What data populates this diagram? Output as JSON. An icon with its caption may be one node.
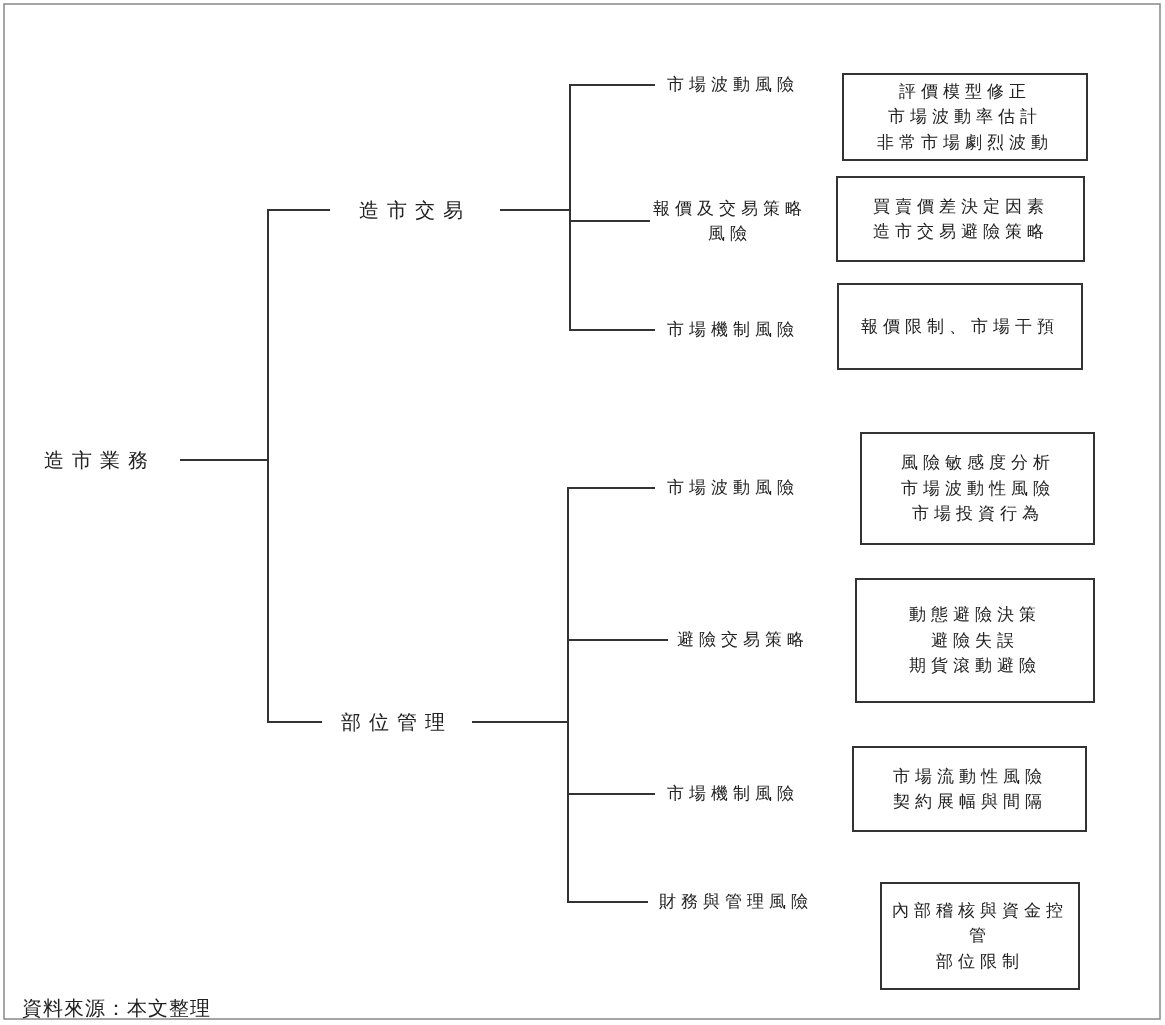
{
  "diagram": {
    "nodes": [
      {
        "text": [
          "造市業務"
        ]
      },
      {
        "text": [
          "造市交易"
        ]
      },
      {
        "text": [
          "市場波動風險"
        ]
      },
      {
        "text": [
          "評價模型修正",
          "市場波動率估計",
          "非常市場劇烈波動"
        ]
      },
      {
        "text": [
          "報價及交易策略風險"
        ]
      },
      {
        "text": [
          "買賣價差決定因素",
          "造市交易避險策略"
        ]
      },
      {
        "text": [
          "市場機制風險"
        ]
      },
      {
        "text": [
          "報價限制、市場干預"
        ]
      },
      {
        "text": [
          "部位管理"
        ]
      },
      {
        "text": [
          "市場波動風險"
        ]
      },
      {
        "text": [
          "風險敏感度分析",
          "市場波動性風險",
          "市場投資行為"
        ]
      },
      {
        "text": [
          "避險交易策略"
        ]
      },
      {
        "text": [
          "動態避險決策",
          "避險失誤",
          "期貨滾動避險"
        ]
      },
      {
        "text": [
          "市場機制風險"
        ]
      },
      {
        "text": [
          "市場流動性風險",
          "契約展幅與間隔"
        ]
      },
      {
        "text": [
          "財務與管理風險"
        ]
      },
      {
        "text": [
          "內部稽核與資金控管",
          "部位限制"
        ]
      }
    ],
    "edges": [
      {
        "from": 0,
        "to": 1,
        "arrow": "none"
      },
      {
        "from": 0,
        "to": 8,
        "arrow": "none"
      },
      {
        "from": 1,
        "to": 2,
        "arrow": "none"
      },
      {
        "from": 1,
        "to": 4,
        "arrow": "none"
      },
      {
        "from": 1,
        "to": 6,
        "arrow": "none"
      },
      {
        "from": 8,
        "to": 9,
        "arrow": "none"
      },
      {
        "from": 8,
        "to": 11,
        "arrow": "none"
      },
      {
        "from": 8,
        "to": 13,
        "arrow": "none"
      },
      {
        "from": 8,
        "to": 15,
        "arrow": "none"
      }
    ],
    "labels": [
      "資料來源：本文整理"
    ]
  }
}
